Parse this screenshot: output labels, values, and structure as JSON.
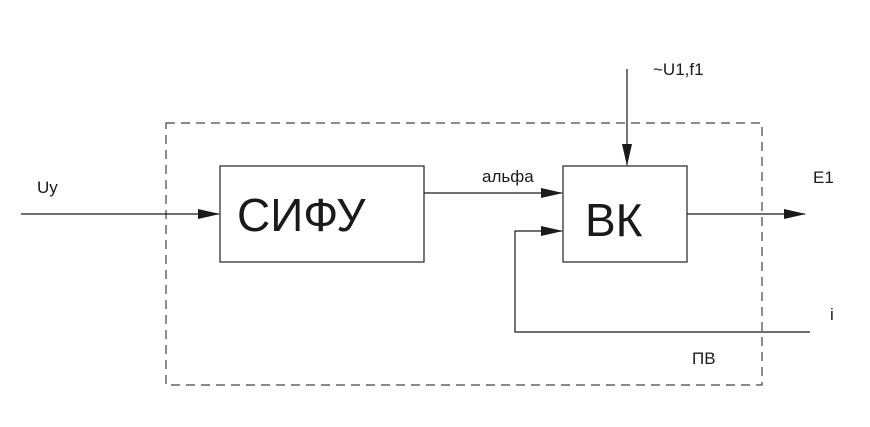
{
  "diagram": {
    "blocks": {
      "sifu": {
        "label": "СИФУ"
      },
      "vk": {
        "label": "ВК"
      }
    },
    "signals": {
      "input": "Uy",
      "alpha": "альфа",
      "supply": "~U1,f1",
      "output": "E1",
      "current": "i",
      "group": "ПВ"
    },
    "colors": {
      "line": "#1a1a1a",
      "dashed": "#444444",
      "background": "#ffffff"
    }
  }
}
